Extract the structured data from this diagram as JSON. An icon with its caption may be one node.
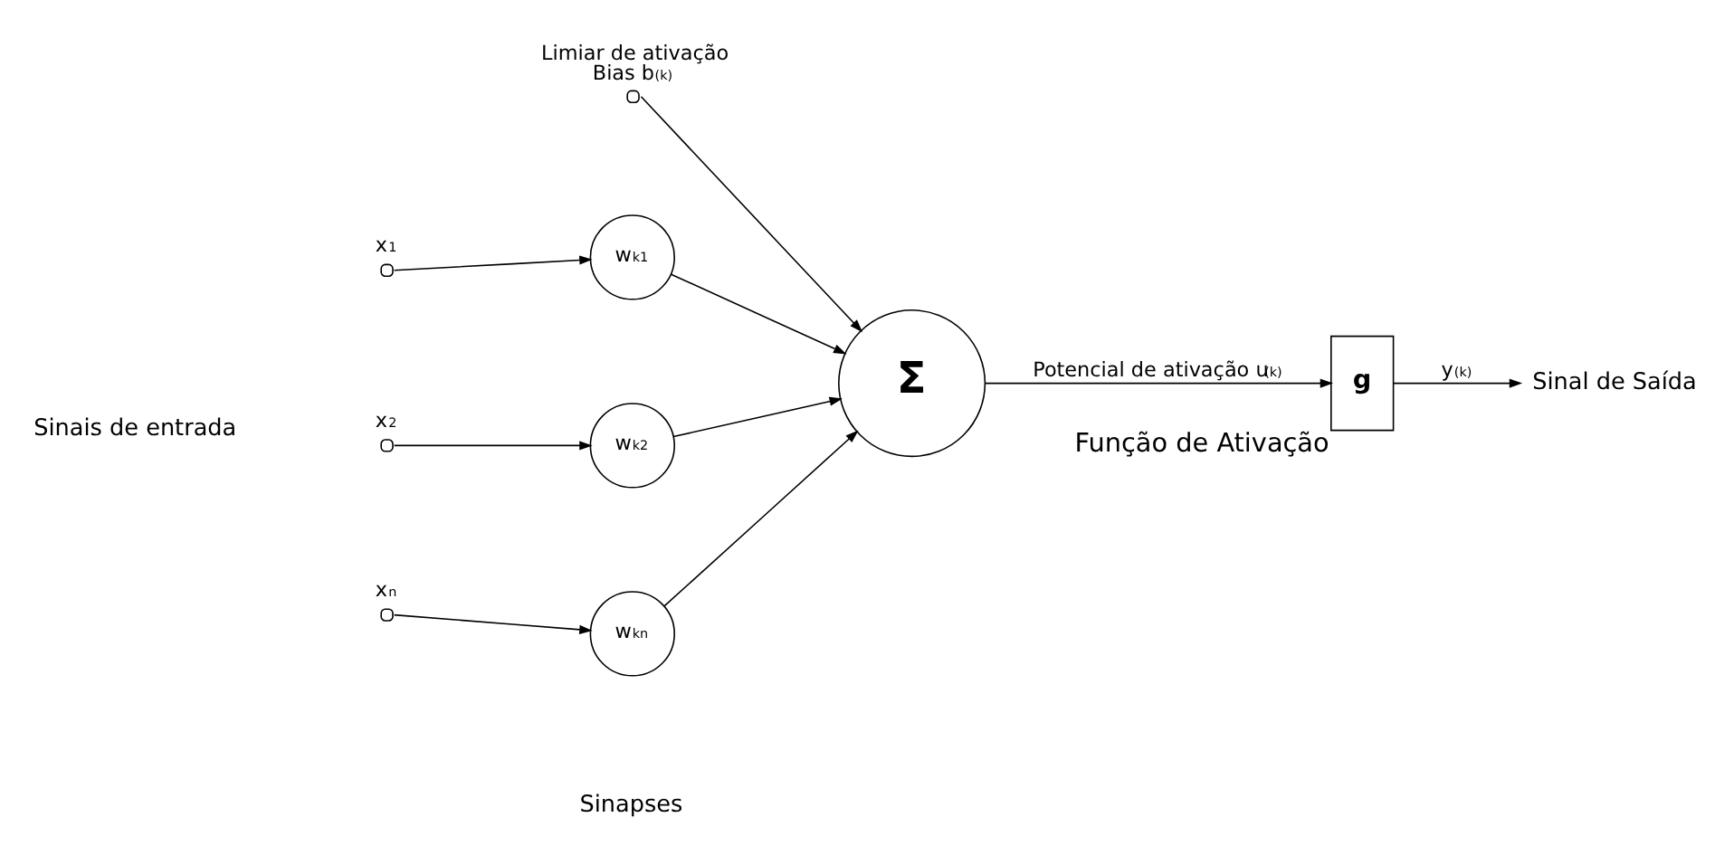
{
  "diagram": {
    "nodes": [
      {
        "text": [
          "x$_{1}$"
        ]
      },
      {
        "text": [
          "w$_{k1}$"
        ]
      },
      {
        "text": [
          "x$_{2}$"
        ]
      },
      {
        "text": [
          "w$_{k2}$"
        ]
      },
      {
        "text": [
          "x$_{n}$"
        ]
      },
      {
        "text": [
          "w$_{kn}$"
        ]
      },
      {
        "text": [
          "Limiar de ativação",
          "Bias b$_{(k)}$"
        ]
      },
      {
        "text": [
          "Σ"
        ]
      },
      {
        "text": [
          "g"
        ],
        "beside": [
          "Função de Ativação"
        ]
      },
      {
        "text": [
          "Sinal de Saída"
        ]
      }
    ],
    "edges": [
      {
        "from": 0,
        "to": 1,
        "arrow": "to"
      },
      {
        "from": 2,
        "to": 3,
        "arrow": "to"
      },
      {
        "from": 4,
        "to": 5,
        "arrow": "to"
      },
      {
        "from": 1,
        "to": 7,
        "arrow": "to"
      },
      {
        "from": 3,
        "to": 7,
        "arrow": "to"
      },
      {
        "from": 5,
        "to": 7,
        "arrow": "to"
      },
      {
        "from": 6,
        "to": 7,
        "arrow": "to"
      },
      {
        "from": 7,
        "to": 8,
        "arrow": "to",
        "label": "Potencial de ativação u$_{(k)}$"
      },
      {
        "from": 8,
        "to": 9,
        "arrow": "to",
        "label": "y$_{(k)}$"
      }
    ],
    "labels": [
      "Sinais de entrada",
      "Sinapses"
    ]
  }
}
